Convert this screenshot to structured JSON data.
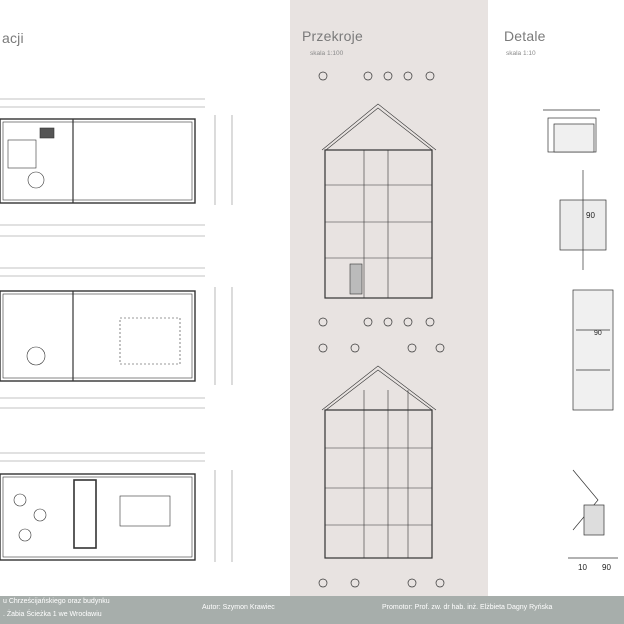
{
  "left": {
    "title_fragment": "acji"
  },
  "sections": {
    "title": "Przekroje",
    "scale": "skala 1:100"
  },
  "details": {
    "title": "Detale",
    "scale": "skala 1:10",
    "dim_a": "90",
    "dim_b": "90",
    "dim_c": "10",
    "dim_d": "90"
  },
  "footer": {
    "line1": "u Chrześcijańskiego oraz budynku",
    "line2": ". Żabia Ścieżka 1 we Wrocławiu",
    "author": "Autor: Szymon Krawiec",
    "promotor": "Promotor: Prof. zw. dr hab. inż. Elżbieta Dagny Ryńska"
  }
}
